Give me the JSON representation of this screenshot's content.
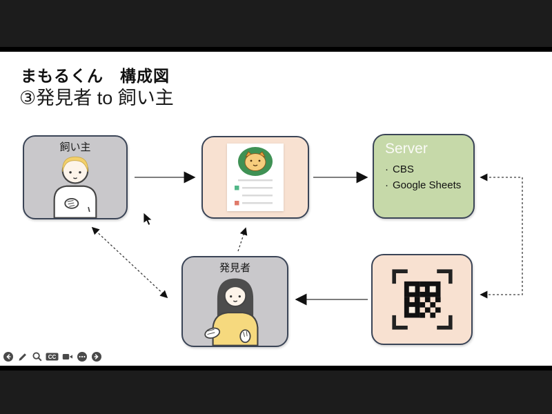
{
  "slide": {
    "title_line1": "まもるくん　構成図",
    "title_line2": "③発見者 to 飼い主"
  },
  "diagram": {
    "owner_box": {
      "label": "飼い主",
      "icon": "owner-person-illustration"
    },
    "finder_box": {
      "label": "発見者",
      "icon": "finder-person-illustration"
    },
    "document_box": {
      "icon": "cat-profile-card"
    },
    "qr_box": {
      "icon": "qr-code-scan"
    },
    "server_box": {
      "title": "Server",
      "items": [
        {
          "bullet": "·",
          "label": "CBS"
        },
        {
          "bullet": "·",
          "label": "Google Sheets"
        }
      ]
    }
  },
  "toolbar": {
    "cc_label": "CC",
    "icons": [
      "previous-slide",
      "pen",
      "zoom",
      "closed-captions",
      "video-camera",
      "more-options",
      "next-slide"
    ]
  },
  "colors": {
    "letterbox": "#1c1c1c",
    "slide_bg": "#ffffff",
    "box_gray": "#c9c8cb",
    "box_peach": "#f8e1d1",
    "accent_green": "#c6d9a9",
    "box_border": "#3a4456"
  }
}
